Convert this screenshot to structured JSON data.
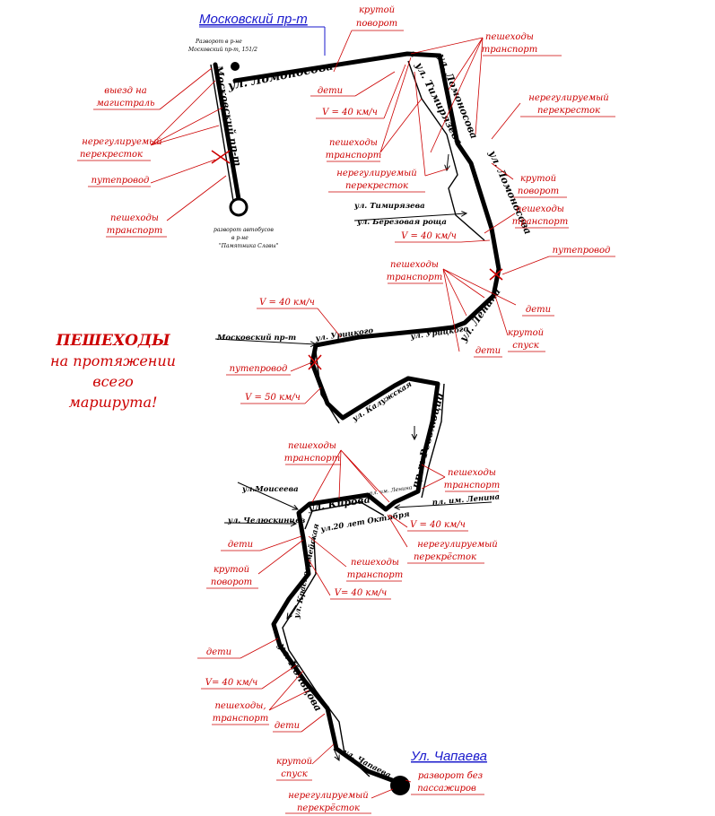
{
  "terminals": {
    "north": "Московский пр-т",
    "south": "Ул. Чапаева"
  },
  "warning": {
    "line1": "ПЕШЕХОДЫ",
    "line2": "на протяжении",
    "line3": "всего",
    "line4": "маршрута!"
  },
  "hazards": {
    "krutoy_povorot_1_a": "крутой",
    "krutoy_povorot_1_b": "поворот",
    "peshehody_1_a": "пешеходы",
    "peshehody_1_b": "транспорт",
    "neregulir_1_a": "нерегулируемый",
    "neregulir_1_b": "перекресток",
    "vyezd_a": "выезд на",
    "vyezd_b": "магистраль",
    "neregulir_2_a": "нерегулируемый",
    "neregulir_2_b": "перекресток",
    "puteprovod_1": "путепровод",
    "peshehody_2_a": "пешеходы",
    "peshehody_2_b": "транспорт",
    "deti_1": "дети",
    "speed_1": "V = 40 км/ч",
    "peshehody_3_a": "пешеходы",
    "peshehody_3_b": "транспорт",
    "neregulir_3_a": "нерегулируемый",
    "neregulir_3_b": "перекресток",
    "krutoy_povorot_2_a": "крутой",
    "krutoy_povorot_2_b": "поворот",
    "peshehody_4_a": "пешеходы",
    "peshehody_4_b": "транспорт",
    "speed_2": "V = 40 км/ч",
    "puteprovod_2": "путепровод",
    "peshehody_5_a": "пешеходы",
    "peshehody_5_b": "транспорт",
    "deti_2": "дети",
    "krutoy_spusk_1_a": "крутой",
    "krutoy_spusk_1_b": "спуск",
    "deti_3": "дети",
    "speed_3": "V = 40 км/ч",
    "puteprovod_3": "путепровод",
    "speed_4": "V = 50 км/ч",
    "peshehody_6_a": "пешеходы",
    "peshehody_6_b": "транспорт",
    "peshehody_7_a": "пешеходы",
    "peshehody_7_b": "транспорт",
    "speed_5": "V = 40 км/ч",
    "neregulir_4_a": "нерегулируемый",
    "neregulir_4_b": "перекрёсток",
    "deti_4": "дети",
    "krutoy_povorot_3_a": "крутой",
    "krutoy_povorot_3_b": "поворот",
    "peshehody_8_a": "пешеходы",
    "peshehody_8_b": "транспорт",
    "speed_6": "V= 40 км/ч",
    "deti_5": "дети",
    "speed_7": "V= 40 км/ч",
    "peshehody_9_a": "пешеходы,",
    "peshehody_9_b": "транспорт",
    "deti_6": "дети",
    "krutoy_spusk_2_a": "крутой",
    "krutoy_spusk_2_b": "спуск",
    "neregulir_5_a": "нерегулируемый",
    "neregulir_5_b": "перекрёсток",
    "razvorot_end_a": "разворот без",
    "razvorot_end_b": "пассажиров"
  },
  "streets": {
    "lomonosova_1": "ул. Ломоносова",
    "lomonosova_2": "ул. Ломоносова",
    "lomonosova_3": "ул. Ломоносова",
    "timiryazeva_1": "ул. Тимирязева",
    "timiryazeva_2": "ул. Тимирязева",
    "berezovaya": "ул. Березовая роща",
    "lenina_street": "ул. Ленина",
    "uritskogo_1": "ул. Урицкого",
    "uritskogo_2": "ул. Урицкого",
    "moskovsky_mid": "Московский пр-т",
    "kaluzhskaya": "ул. Калужская",
    "prospekt_revolyutsii": "пр-т Революции",
    "kirova": "ул. Кирова",
    "ploshchad_lenina_1": "пл. им. Ленина",
    "ploshchad_lenina_2": "пл. им. Ленина",
    "moiseeva": "ул.Моисеева",
    "chelyuskintsev": "ул. Челюскинцев",
    "oktyabrya": "ул.20 лет Октября",
    "krasnoarmeyskaya": "ул. Красноармейская",
    "koltsova": "ул. Кольцова",
    "chapaeva_street": "ул. Чапаева",
    "moskovsky_vertical": "Московский пр-т"
  },
  "notes": {
    "razvorot_top_a": "Разворот в р-не",
    "razvorot_top_b": "Московский пр-т, 151/2",
    "razvorot_bottom_a": "разворот автобусов",
    "razvorot_bottom_b": "в р-не",
    "razvorot_bottom_c": "\"Памятника Славы\""
  }
}
